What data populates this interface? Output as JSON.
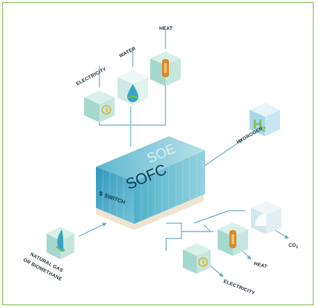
{
  "center": {
    "top_text": "SOE",
    "front_text": "SOFC",
    "side_text": "⇅ SWITCH"
  },
  "inputs": {
    "electricity": "ELECTRICITY",
    "water": "WATER",
    "heat": "HEAT"
  },
  "outputs": {
    "hydrogen": "HYDROGEN",
    "hydrogen_symbol": "H",
    "hydrogen_sub": "2",
    "co2": "CO",
    "co2_sub": "2",
    "heat": "HEAT",
    "electricity": "ELECTRICITY"
  },
  "fuel": {
    "line1": "NATURAL GAS",
    "line2": "OR BIOMETHANE"
  },
  "colors": {
    "frame_border": "#6fb63a",
    "line": "#5fa8c8",
    "teal_light": "#cfeae6",
    "teal_mid": "#8fcfc7",
    "blue_container": "#3aa3c4",
    "green_accent": "#77c043",
    "orange_accent": "#d68a2a"
  }
}
